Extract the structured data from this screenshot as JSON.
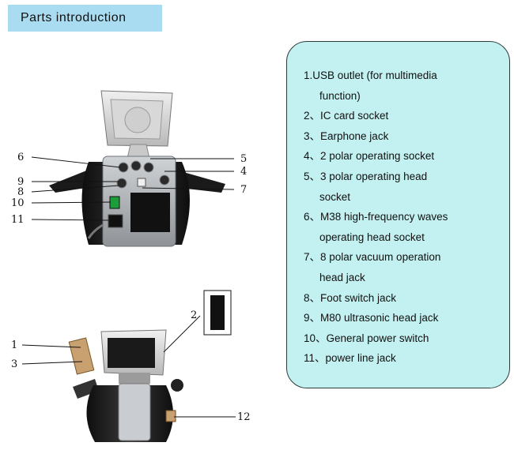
{
  "header": {
    "title": "Parts introduction"
  },
  "parts": [
    {
      "line1": "1.USB outlet (for multimedia",
      "line2": "function)"
    },
    {
      "line1": "2、IC card socket"
    },
    {
      "line1": "3、Earphone jack"
    },
    {
      "line1": "4、2 polar operating socket"
    },
    {
      "line1": "5、3 polar operating head",
      "line2": "socket"
    },
    {
      "line1": "6、M38 high-frequency waves",
      "line2": "operating head socket"
    },
    {
      "line1": "7、8 polar vacuum operation",
      "line2": "head jack"
    },
    {
      "line1": "8、Foot switch jack"
    },
    {
      "line1": "9、M80 ultrasonic head jack"
    },
    {
      "line1": "10、General power switch"
    },
    {
      "line1": "11、power line jack"
    }
  ],
  "rear_view_callouts": [
    "6",
    "5",
    "4",
    "9",
    "8",
    "7",
    "10",
    "11"
  ],
  "front_view_callouts": [
    "2",
    "1",
    "3",
    "12"
  ],
  "colors": {
    "title_bg": "#a9dcf0",
    "panel_bg": "#c3f0f0",
    "machine_body": "#1c1c1c",
    "machine_panel": "#b8bcc0"
  }
}
